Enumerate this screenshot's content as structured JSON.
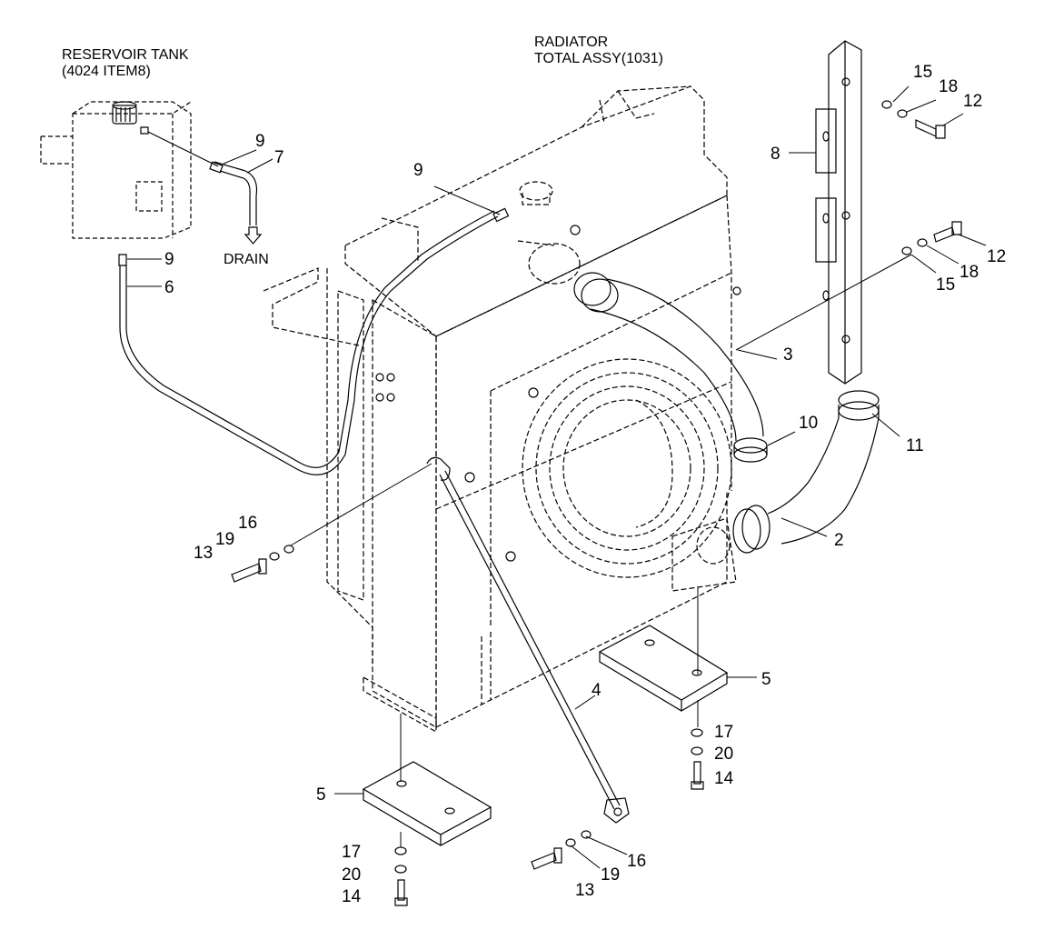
{
  "titles": {
    "reservoir_line1": "RESERVOIR TANK",
    "reservoir_line2": "(4024 ITEM8)",
    "radiator_line1": "RADIATOR",
    "radiator_line2": "TOTAL ASSY(1031)",
    "drain": "DRAIN"
  },
  "labels": [
    {
      "id": "9a",
      "text": "9"
    },
    {
      "id": "7",
      "text": "7"
    },
    {
      "id": "9b",
      "text": "9"
    },
    {
      "id": "6",
      "text": "6"
    },
    {
      "id": "9c",
      "text": "9"
    },
    {
      "id": "15a",
      "text": "15"
    },
    {
      "id": "18a",
      "text": "18"
    },
    {
      "id": "12a",
      "text": "12"
    },
    {
      "id": "8",
      "text": "8"
    },
    {
      "id": "12b",
      "text": "12"
    },
    {
      "id": "18b",
      "text": "18"
    },
    {
      "id": "15b",
      "text": "15"
    },
    {
      "id": "3",
      "text": "3"
    },
    {
      "id": "10",
      "text": "10"
    },
    {
      "id": "11",
      "text": "11"
    },
    {
      "id": "2",
      "text": "2"
    },
    {
      "id": "16a",
      "text": "16"
    },
    {
      "id": "19a",
      "text": "19"
    },
    {
      "id": "13a",
      "text": "13"
    },
    {
      "id": "5a",
      "text": "5"
    },
    {
      "id": "4",
      "text": "4"
    },
    {
      "id": "17a",
      "text": "17"
    },
    {
      "id": "20a",
      "text": "20"
    },
    {
      "id": "14a",
      "text": "14"
    },
    {
      "id": "5b",
      "text": "5"
    },
    {
      "id": "17b",
      "text": "17"
    },
    {
      "id": "20b",
      "text": "20"
    },
    {
      "id": "14b",
      "text": "14"
    },
    {
      "id": "13b",
      "text": "13"
    },
    {
      "id": "19b",
      "text": "19"
    },
    {
      "id": "16b",
      "text": "16"
    }
  ]
}
